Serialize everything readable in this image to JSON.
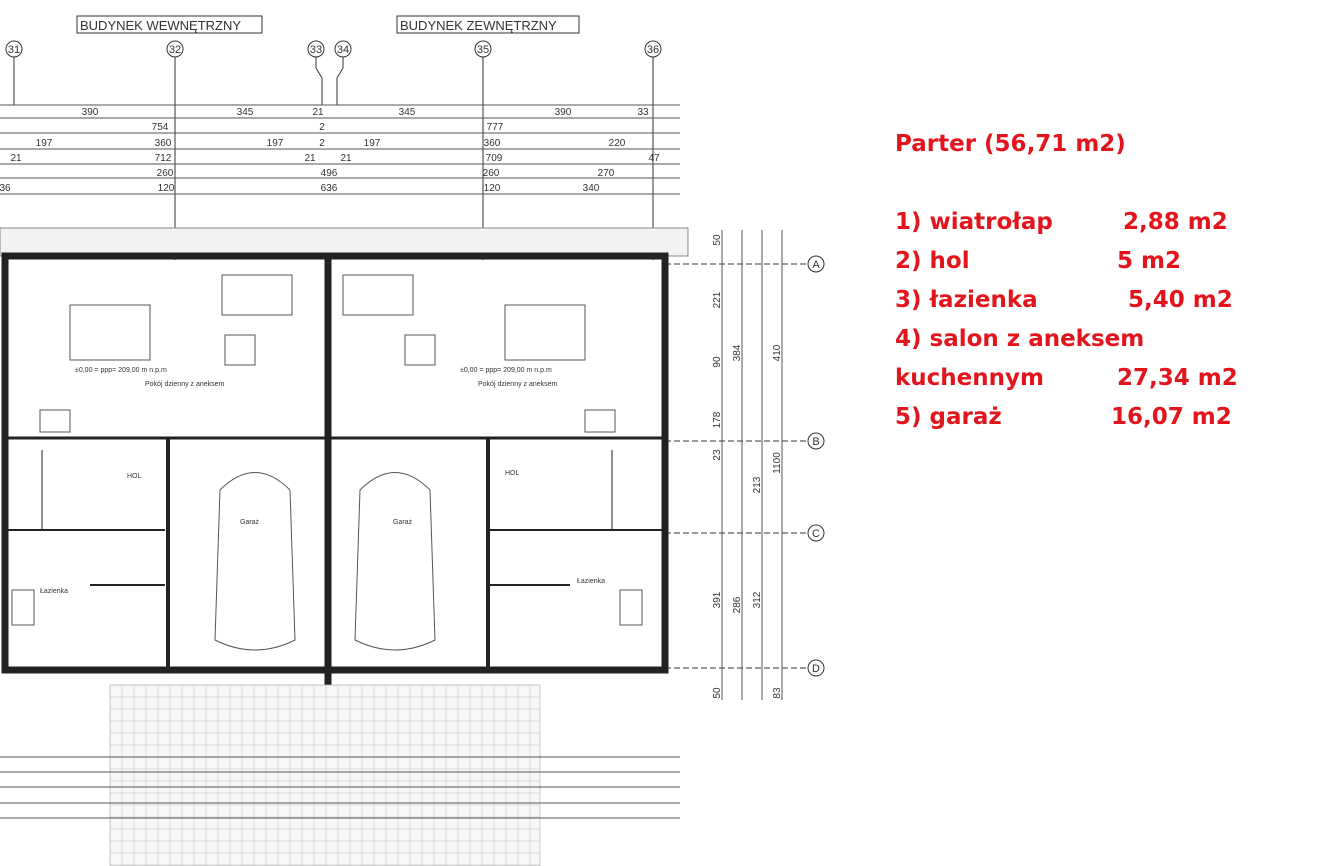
{
  "headers": {
    "inner": "BUDYNEK WEWNĘTRZNY",
    "outer": "BUDYNEK ZEWNĘTRZNY"
  },
  "axes_vertical": [
    "31",
    "32",
    "33",
    "34",
    "35",
    "36"
  ],
  "axes_horizontal": [
    "A",
    "B",
    "C",
    "D"
  ],
  "dims_top": {
    "row1": [
      "390",
      "345",
      "21",
      "345",
      "390",
      "33"
    ],
    "row2": [
      "754",
      "2",
      "777"
    ],
    "row3": [
      "197",
      "360",
      "197",
      "2",
      "197",
      "360",
      "220"
    ],
    "row4": [
      "21",
      "712",
      "21",
      "21",
      "709",
      "47"
    ],
    "row5": [
      "260",
      "496",
      "260",
      "270"
    ],
    "row6": [
      "36",
      "120",
      "636",
      "120",
      "340"
    ]
  },
  "dims_right": [
    "50",
    "221",
    "90",
    "178",
    "23",
    "213",
    "391",
    "312",
    "50",
    "410",
    "384",
    "1100",
    "286",
    "83"
  ],
  "rooms": {
    "garage_left": "Garaż",
    "garage_right": "Garaż",
    "hol_left": "HOL",
    "hol_right": "HOL",
    "bath_left": "Łazienka",
    "bath_right": "Łazienka",
    "living_left": "Pokój dzienny z aneksem",
    "living_right": "Pokój dzienny z aneksem",
    "level_left": "±0,00 = ppp= 209,00 m n.p.m",
    "level_right": "±0,00 = ppp= 209,00 m n.p.m"
  },
  "legend": {
    "title": "Parter (56,71 m2)",
    "items": [
      {
        "name": "1) wiatrołap",
        "area": "2,88 m2"
      },
      {
        "name": "2) hol",
        "area": "5 m2"
      },
      {
        "name": "3) łazienka",
        "area": "5,40 m2"
      },
      {
        "name": "4) salon z aneksem",
        "area": ""
      },
      {
        "name": "kuchennym",
        "area": "27,34 m2"
      },
      {
        "name": "5) garaż",
        "area": "16,07 m2"
      }
    ]
  },
  "colors": {
    "legend": "#e3151c",
    "lines": "#333333"
  }
}
